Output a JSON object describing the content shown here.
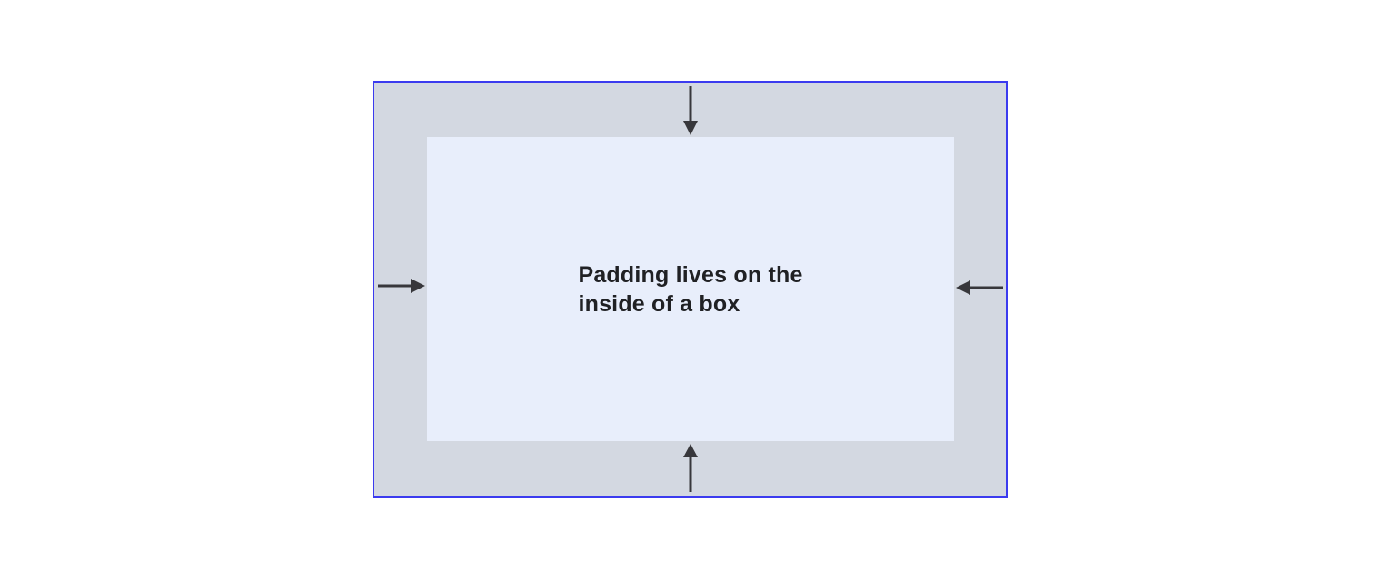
{
  "diagram": {
    "title": "padding-box-model-illustration",
    "label_line1": "Padding lives on the",
    "label_line2": "inside of a box",
    "regions": {
      "outer_region": "padding-area",
      "inner_region": "content-area"
    },
    "arrow_icons": [
      "arrow-down-icon",
      "arrow-left-icon",
      "arrow-up-icon",
      "arrow-right-icon"
    ]
  },
  "colors": {
    "page_bg": "#ffffff",
    "border": "#3b3bef",
    "padding_bg": "#d3d8e1",
    "content_bg": "#e8eefb",
    "arrow": "#37373b",
    "text": "#202124"
  }
}
